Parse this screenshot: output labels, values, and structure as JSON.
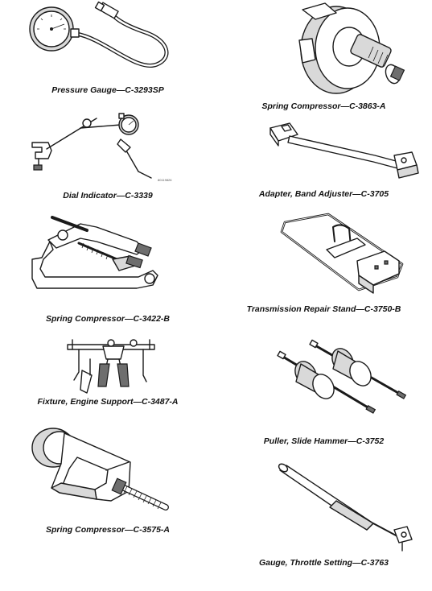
{
  "tools": [
    {
      "id": "pressure-gauge",
      "caption": "Pressure Gauge—C-3293SP"
    },
    {
      "id": "dial-indicator",
      "caption": "Dial Indicator—C-3339",
      "fig_code": "80119826"
    },
    {
      "id": "spring-compressor-3422",
      "caption": "Spring Compressor—C-3422-B"
    },
    {
      "id": "engine-support-fixture",
      "caption": "Fixture, Engine Support—C-3487-A"
    },
    {
      "id": "spring-compressor-3575",
      "caption": "Spring Compressor—C-3575-A"
    },
    {
      "id": "spring-compressor-3863",
      "caption": "Spring Compressor—C-3863-A"
    },
    {
      "id": "band-adjuster-adapter",
      "caption": "Adapter, Band Adjuster—C-3705"
    },
    {
      "id": "transmission-repair-stand",
      "caption": "Transmission Repair Stand—C-3750-B"
    },
    {
      "id": "slide-hammer-puller",
      "caption": "Puller, Slide Hammer—C-3752"
    },
    {
      "id": "throttle-setting-gauge",
      "caption": "Gauge, Throttle Setting—C-3763"
    }
  ]
}
